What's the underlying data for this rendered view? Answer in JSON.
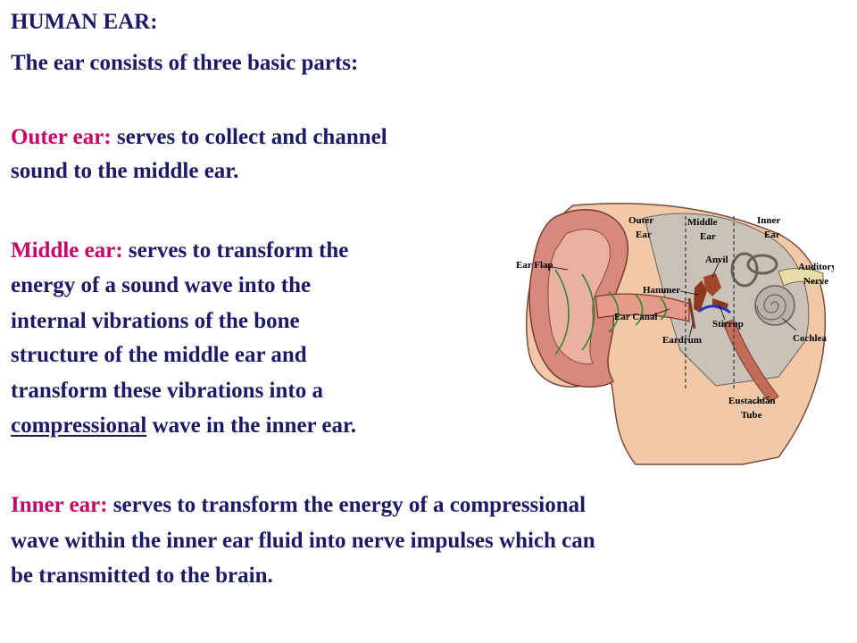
{
  "heading": "HUMAN EAR:",
  "intro": "The ear consists of three basic parts:",
  "outer": {
    "term": "Outer ear:",
    "line1": " serves to collect and channel",
    "line2": "sound to the middle ear."
  },
  "middle": {
    "term": "Middle ear:",
    "line1": " serves to transform the",
    "line2": "energy of a sound wave into the",
    "line3": "internal vibrations of the bone",
    "line4": "structure of the middle ear and",
    "line5": "transform these vibrations into a",
    "line6_underlined": "compressional",
    "line6_rest": " wave in the inner ear."
  },
  "inner": {
    "term": "Inner ear:",
    "line1": " serves to transform the energy of a compressional",
    "line2": "wave within the inner ear fluid into nerve impulses which can",
    "line3": "be transmitted to the brain."
  },
  "diagram": {
    "section_labels": {
      "outer": [
        "Outer",
        "Ear"
      ],
      "middle": [
        "Middle",
        "Ear"
      ],
      "inner": [
        "Inner",
        "Ear"
      ]
    },
    "part_labels": {
      "ear_flap": "Ear Flap",
      "hammer": "Hammer",
      "ear_canal": "Ear Canal",
      "anvil": "Anvil",
      "stirrup": "Stirrup",
      "eardrum": "Eardrum",
      "auditory_nerve": [
        "Auditory",
        "Nerve"
      ],
      "cochlea": "Cochlea",
      "eustachian_tube": [
        "Eustachian",
        "Tube"
      ]
    },
    "colors": {
      "skin": "#f2c9a8",
      "flesh": "#d98880",
      "bone": "#c8c2b8",
      "sound_waves": "#2e8b2e",
      "ossicles": "#8b3a1e",
      "stirrup_accent": "#2233cc"
    }
  }
}
